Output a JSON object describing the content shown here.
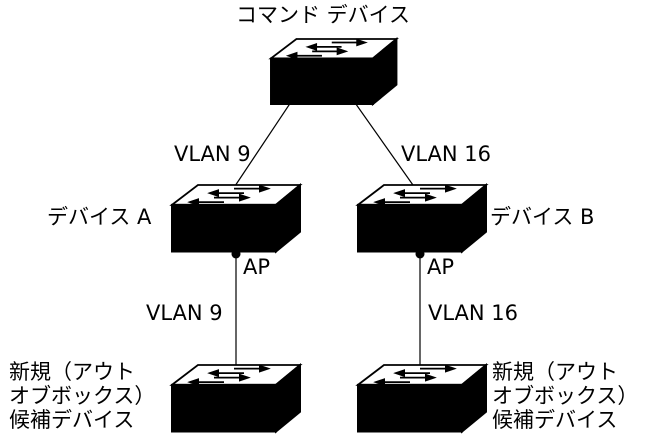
{
  "command_device": {
    "label": "コマンド デバイス"
  },
  "device_a": {
    "label": "デバイス A",
    "uplink_vlan": "VLAN 9",
    "port_label": "AP",
    "downlink_vlan": "VLAN 9"
  },
  "device_b": {
    "label": "デバイス B",
    "uplink_vlan": "VLAN 16",
    "port_label": "AP",
    "downlink_vlan": "VLAN 16"
  },
  "candidate_a": {
    "line1": "新規（アウト",
    "line2": "オブボックス）",
    "line3": "候補デバイス"
  },
  "candidate_b": {
    "line1": "新規（アウト",
    "line2": "オブボックス）",
    "line3": "候補デバイス"
  }
}
